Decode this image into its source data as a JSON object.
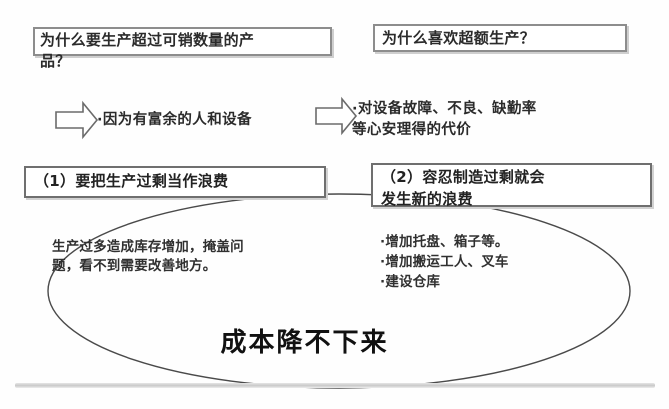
{
  "page": {
    "background_color": "#fefefe",
    "ink_color": "#2b2b2b",
    "line_color": "#555555"
  },
  "questions": [
    {
      "id": "q1",
      "text": "为什么要生产超过可销数量的产\n品？"
    },
    {
      "id": "q2",
      "text": "为什么喜欢超额生产？"
    }
  ],
  "arrows": [
    {
      "id": "arrow-1",
      "direction": "right"
    },
    {
      "id": "arrow-2",
      "direction": "right"
    }
  ],
  "reasons": [
    {
      "id": "reason1",
      "text": "·因为有富余的人和设备"
    },
    {
      "id": "reason2",
      "text": "·对设备故障、不良、缺勤率\n等心安理得的代价"
    }
  ],
  "conclusions": [
    {
      "id": "c1",
      "text": "（1）要把生产过剩当作浪费"
    },
    {
      "id": "c2",
      "text": "（2）容忍制造过剩就会\n发生新的浪费"
    }
  ],
  "ellipse": {
    "left_note": "生产过多造成库存增加，掩盖问题，看不到需要改善地方。",
    "right_items": [
      "·增加托盘、箱子等。",
      "·增加搬运工人、叉车",
      "·建设仓库"
    ],
    "headline": "成本降不下来"
  }
}
